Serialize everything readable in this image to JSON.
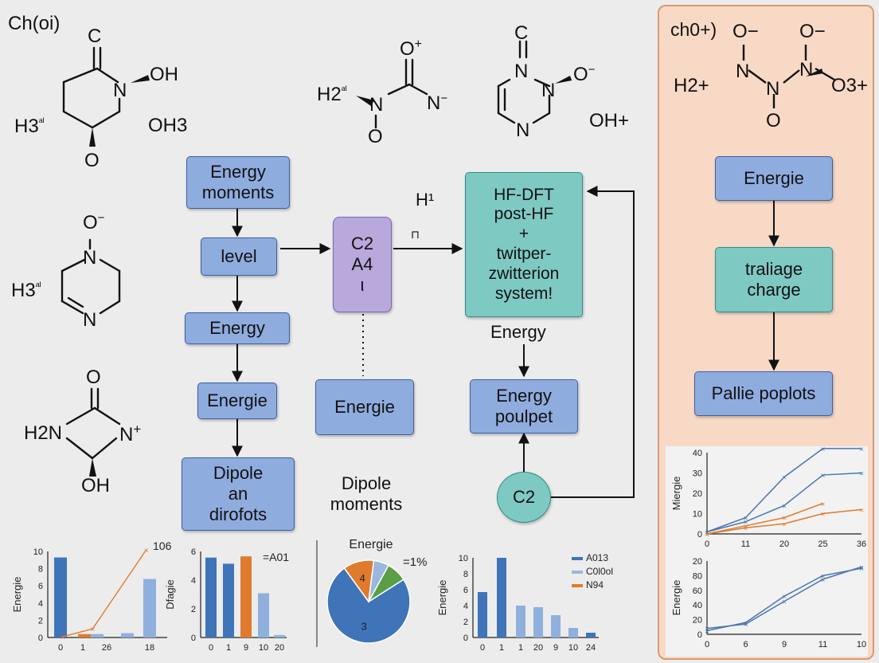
{
  "molecules": {
    "m1": {
      "title": "Ch(oi)",
      "top": "C",
      "oh": "OH",
      "oh3": "OH3",
      "h3": "H3",
      "h3sup": "ᵃᴵ",
      "o": "O",
      "n": "N"
    },
    "m2": {
      "o": "O",
      "n": "N",
      "h3": "H3",
      "h3sup": "ᵃᴵ",
      "minus": "−"
    },
    "m3": {
      "o": "O",
      "h2n": "H2N",
      "n": "N",
      "plus": "+",
      "oh": "OH"
    },
    "m4": {
      "o": "O",
      "plus": "+",
      "h2": "H2",
      "h2sup": "ᵃᴵ",
      "n": "N",
      "minus": "−"
    },
    "m5": {
      "c": "C",
      "n": "N",
      "o": "O",
      "minus": "−",
      "ohplus": "OH+"
    },
    "m6": {
      "title": "ch0+)",
      "o1": "O−",
      "o2": "O−",
      "h2": "H2+",
      "n": "N",
      "o3": "O3+",
      "o": "O"
    }
  },
  "flow": {
    "energy_moments": "Energy\nmoments",
    "level": "level",
    "energy": "Energy",
    "energie": "Energie",
    "dipole_box": "Dipole\nan\ndirofots",
    "dipole_label": "Dipole\nmoments",
    "purple_box": "C2\nA4\nι",
    "energie_mid": "Energie",
    "h1": "H¹",
    "small_mark": "⊓",
    "teal_box": "HF-DFT\npost-HF\n+\ntwitper-\nzwitterion\nsystem!",
    "energy_label": "Energy",
    "energy_poulpet": "Energy\npoulpet",
    "c2": "C2"
  },
  "panel": {
    "energie": "Energie",
    "charge_box": "traliage\ncharge",
    "pallie": "Pallie poplots"
  },
  "chart_data": [
    {
      "type": "bar",
      "ylabel": "Energie",
      "categories": [
        "0",
        "1",
        "26",
        "18"
      ],
      "x_ticks": [
        "0",
        "1",
        "26",
        "18"
      ],
      "y_ticks": [
        "0",
        "2",
        "4",
        "6",
        "8",
        "10"
      ],
      "ylim": [
        0,
        10
      ],
      "bars": [
        9.3,
        0.4,
        0.4,
        0.5,
        6.8
      ],
      "bar_colors": [
        "#3f74b8",
        "#e07b2e",
        "#8fb0dc",
        "#8fb0dc",
        "#8fb0dc"
      ],
      "line": {
        "x": [
          0.5,
          1.5,
          3.3
        ],
        "y": [
          0.1,
          1.0,
          10.2
        ],
        "color": "#e07b2e"
      },
      "annotation": "106"
    },
    {
      "type": "bar",
      "ylabel": "Dfagie",
      "categories": [
        "0",
        "1",
        "9",
        "10",
        "20"
      ],
      "y_ticks": [
        "0",
        "2",
        "4",
        "6"
      ],
      "ylim": [
        0,
        7
      ],
      "values": [
        6.5,
        6.0,
        6.6,
        3.6,
        0.2
      ],
      "bar_colors": [
        "#3f74b8",
        "#3f74b8",
        "#e07b2e",
        "#8fb0dc",
        "#8fb0dc"
      ],
      "annotation": "=A01"
    },
    {
      "type": "pie",
      "title": "Energie",
      "annotation": "=1%",
      "slices": [
        {
          "label": "3",
          "value": 74,
          "color": "#3f74b8"
        },
        {
          "label": "4",
          "value": 12,
          "color": "#e07b2e"
        },
        {
          "label": "",
          "value": 6,
          "color": "#9bb7dd"
        },
        {
          "label": "",
          "value": 8,
          "color": "#5a9e45"
        }
      ]
    },
    {
      "type": "bar",
      "ylabel": "Energie",
      "categories": [
        "0",
        "1",
        "20",
        "9",
        "10",
        "24"
      ],
      "x_ticks": [
        "0",
        "1",
        "1",
        "20",
        "9",
        "10",
        "24"
      ],
      "y_ticks": [
        "0",
        "2",
        "4",
        "6",
        "8",
        "10"
      ],
      "ylim": [
        0,
        10
      ],
      "values": [
        5.7,
        10.0,
        4.0,
        3.8,
        2.8,
        1.2,
        0.6
      ],
      "bar_colors": [
        "#3f74b8",
        "#3f74b8",
        "#8fb0dc",
        "#8fb0dc",
        "#8fb0dc",
        "#8fb0dc",
        "#3f74b8"
      ],
      "legend": [
        {
          "name": "A013",
          "color": "#3f74b8"
        },
        {
          "name": "C0l0ol",
          "color": "#9bb7dd"
        },
        {
          "name": "N94",
          "color": "#e07b2e"
        }
      ]
    },
    {
      "type": "line",
      "ylabel": "Miergie",
      "x": [
        "0",
        "11",
        "20",
        "25",
        "36"
      ],
      "y_ticks": [
        "0",
        "10",
        "20",
        "30",
        "40"
      ],
      "ylim": [
        0,
        40
      ],
      "series": [
        {
          "values": [
            1,
            8,
            28,
            42,
            42
          ],
          "color": "#4a76b0"
        },
        {
          "values": [
            1,
            6,
            14,
            29,
            30
          ],
          "color": "#4a76b0"
        },
        {
          "values": [
            0,
            4,
            8,
            15,
            null
          ],
          "color": "#e07b2e"
        },
        {
          "values": [
            0,
            3,
            5,
            10,
            12
          ],
          "color": "#e07b2e"
        }
      ]
    },
    {
      "type": "line",
      "ylabel": "Energie",
      "x": [
        "0",
        "6",
        "9",
        "11",
        "10"
      ],
      "y_ticks": [
        "0",
        "20",
        "40",
        "60",
        "80",
        "20"
      ],
      "ylim": [
        0,
        100
      ],
      "series": [
        {
          "values": [
            5,
            16,
            52,
            80,
            90
          ],
          "color": "#4a76b0"
        },
        {
          "values": [
            8,
            14,
            45,
            75,
            92
          ],
          "color": "#4a76b0"
        }
      ]
    }
  ]
}
